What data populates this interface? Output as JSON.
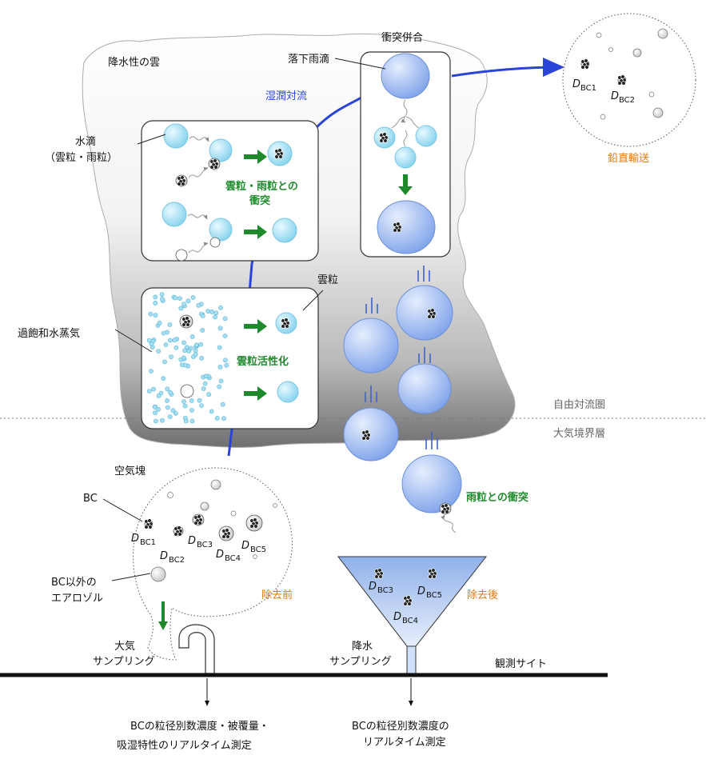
{
  "labels": {
    "cloud": "降水性の雲",
    "collision_coalescence": "衝突併合",
    "falling_raindrop": "落下雨滴",
    "moist_convection": "湿潤対流",
    "water_drop": "水滴",
    "water_drop_paren": "（雲粒・雨粒）",
    "collision_with_cloud_rain_1": "雲粒・雨粒との",
    "collision_with_cloud_rain_2": "衝突",
    "cloud_particle": "雲粒",
    "supersaturated_vapor": "過飽和水蒸気",
    "cloud_activation": "雲粒活性化",
    "free_troposphere": "自由対流圏",
    "boundary_layer": "大気境界層",
    "air_mass": "空気塊",
    "bc": "BC",
    "non_bc_aerosol_1": "BC以外の",
    "non_bc_aerosol_2": "エアロゾル",
    "before_removal": "除去前",
    "after_removal": "除去後",
    "vertical_transport": "鉛直輸送",
    "collision_with_raindrops": "雨粒との衝突",
    "air_sampling_1": "大気",
    "air_sampling_2": "サンプリング",
    "precip_sampling_1": "降水",
    "precip_sampling_2": "サンプリング",
    "observation_site": "観測サイト",
    "measure_air_1": "BCの粒径別数濃度・被覆量・",
    "measure_air_2": "吸湿特性のリアルタイム測定",
    "measure_precip_1": "BCの粒径別数濃度の",
    "measure_precip_2": "リアルタイム測定",
    "d_symbol": "D",
    "bc1": "BC1",
    "bc2": "BC2",
    "bc3": "BC3",
    "bc4": "BC4",
    "bc5": "BC5"
  },
  "colors": {
    "cloud_edge": "#9a9a9a",
    "drop_light": "#bdeaf8",
    "rain_blue": "#b9cff6",
    "green": "#1f8a2b",
    "blue": "#2a44d8",
    "orange": "#e07a10"
  }
}
